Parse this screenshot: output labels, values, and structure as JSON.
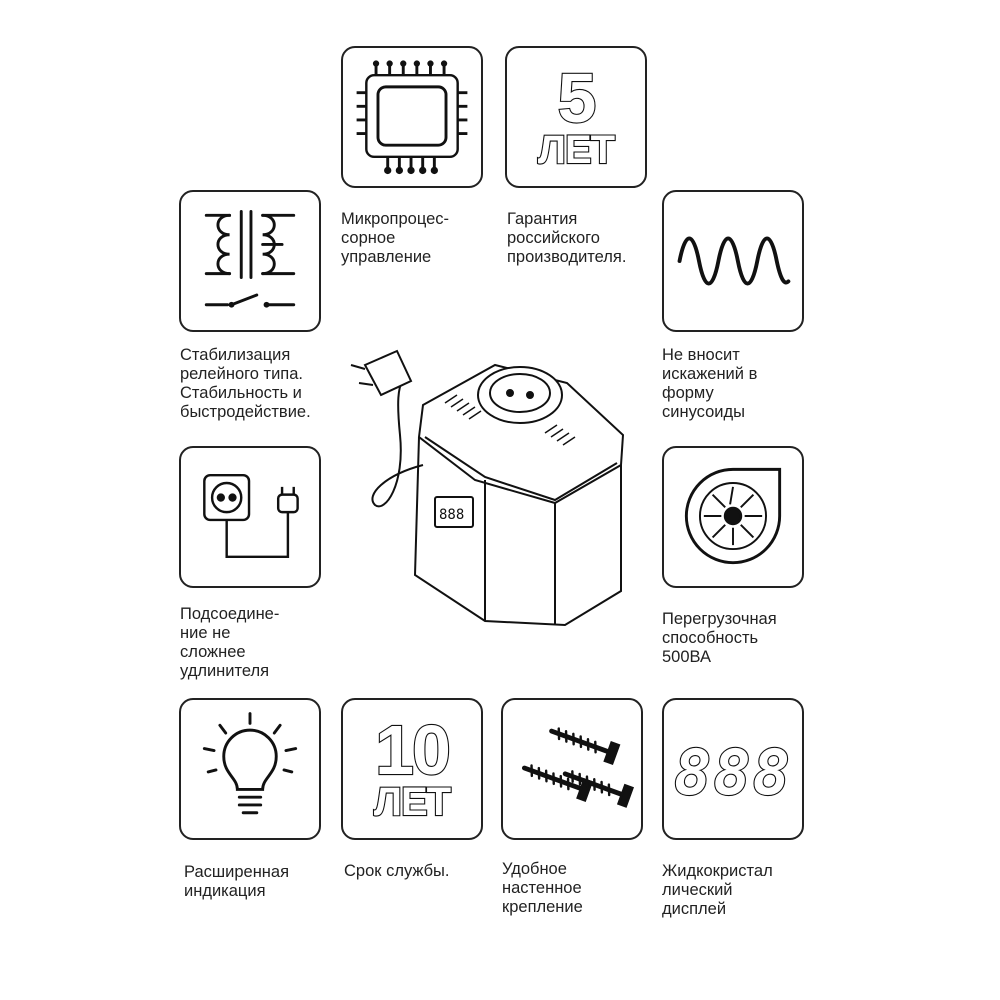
{
  "features": [
    {
      "id": "microprocessor",
      "icon": "microchip-icon",
      "caption": "Микропроцес-\nсорное\nуправление"
    },
    {
      "id": "warranty",
      "icon": "warranty-badge-icon",
      "number": "5",
      "unit": "ЛЕТ",
      "caption": "Гарантия\nроссийского\nпроизводителя."
    },
    {
      "id": "relay",
      "icon": "transformer-relay-icon",
      "caption": "Стабилизация\nрелейного типа.\nСтабильность и\nбыстродействие."
    },
    {
      "id": "sine",
      "icon": "sine-wave-icon",
      "caption": "Не вносит\nискажений в\nформу\nсинусоиды"
    },
    {
      "id": "connection",
      "icon": "socket-plug-icon",
      "caption": "Подсоедине-\nние не\nсложнее\nудлинителя"
    },
    {
      "id": "overload",
      "icon": "fan-icon",
      "caption": "Перегрузочная\nспособность\n500ВА"
    },
    {
      "id": "indication",
      "icon": "light-bulb-icon",
      "caption": "Расширенная\nиндикация"
    },
    {
      "id": "lifetime",
      "icon": "lifetime-badge-icon",
      "number": "10",
      "unit": "ЛЕТ",
      "caption": "Срок службы."
    },
    {
      "id": "mounting",
      "icon": "screws-icon",
      "caption": "Удобное\nнастенное\nкрепление"
    },
    {
      "id": "display",
      "icon": "digital-display-icon",
      "display_text": "888",
      "caption": "Жидкокристал\nлический\nдисплей"
    }
  ],
  "device": {
    "icon": "voltage-stabilizer-icon"
  }
}
